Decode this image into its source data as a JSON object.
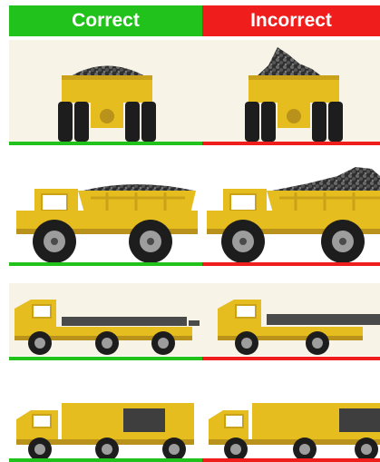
{
  "headers": {
    "correct": "Correct",
    "incorrect": "Incorrect"
  },
  "colors": {
    "correct": "#22c21d",
    "incorrect": "#f01d1d",
    "truck_body": "#e6bd1f",
    "truck_shadow": "#b8921a",
    "tire": "#1d1d1d",
    "hub": "#9d9d9d",
    "load": "#3a3a3a",
    "panel_bg": "#f7f3e6"
  },
  "rows": [
    {
      "vehicle": "haul-truck-rear-view",
      "correct_load": "level",
      "incorrect_load": "heaped"
    },
    {
      "vehicle": "dump-truck-side-view",
      "correct_load": "level",
      "incorrect_load": "heaped-rear"
    },
    {
      "vehicle": "flatbed-truck",
      "correct_load": "within-bed",
      "incorrect_load": "overhanging"
    },
    {
      "vehicle": "box-truck",
      "correct_load": "centered",
      "incorrect_load": "rear-heavy"
    }
  ]
}
